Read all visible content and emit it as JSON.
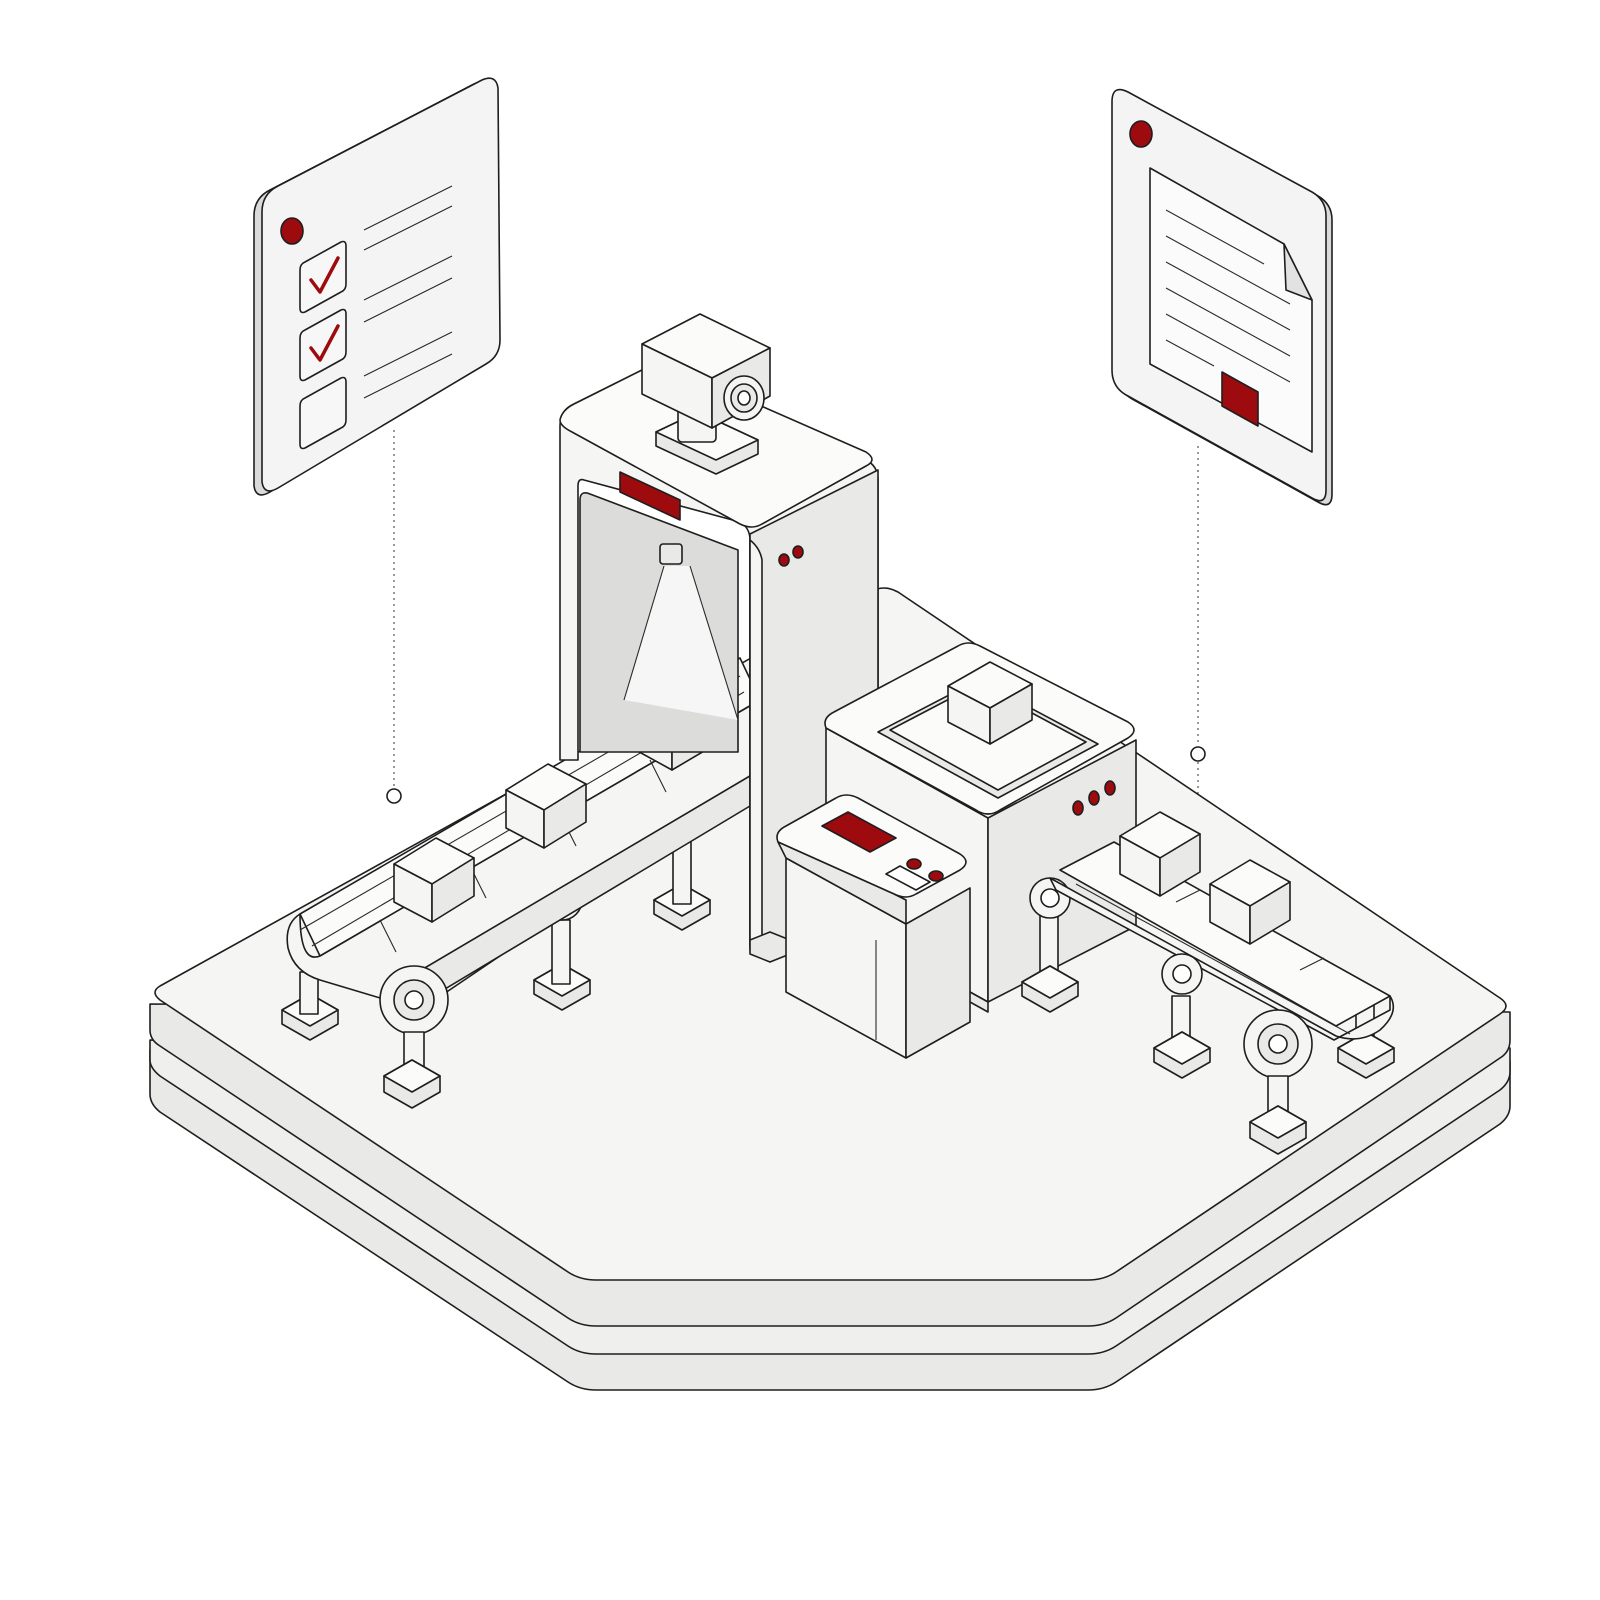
{
  "scene": {
    "background": "#ffffff",
    "colors": {
      "accent": "#9e0b0f",
      "outline": "#1e1e1e",
      "surface": "#f4f4f2",
      "shade": "#e4e4e1"
    },
    "icons": {
      "left_panel": "checklist-icon",
      "right_panel": "document-icon",
      "camera": "camera-icon"
    },
    "checklist": {
      "items": [
        {
          "checked": true
        },
        {
          "checked": true
        },
        {
          "checked": false
        }
      ]
    },
    "document": {
      "text_lines": 7,
      "has_stamp": true,
      "folded_corner": true
    },
    "conveyors": {
      "left_boxes": 3,
      "right_boxes": 2
    },
    "machine": {
      "indicator_lights": 3,
      "panel_buttons": 2
    }
  }
}
